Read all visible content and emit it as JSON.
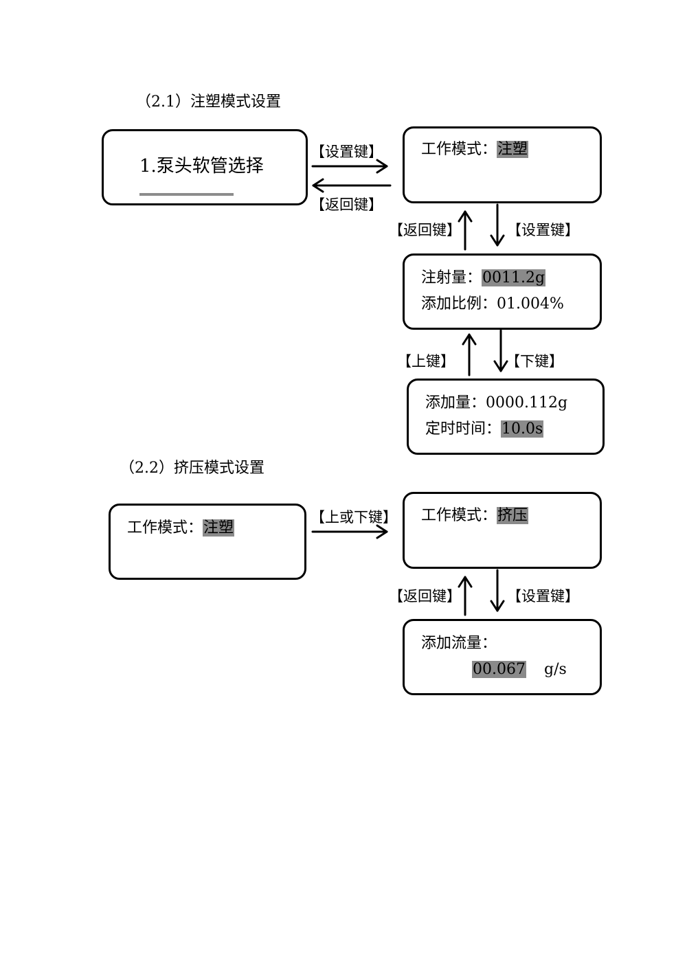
{
  "section1": {
    "heading": "（2.1）注塑模式设置",
    "menu_box": {
      "text": "1.泵头软管选择"
    },
    "mode_box": {
      "label": "工作模式：",
      "value": "注塑"
    },
    "inject_box": {
      "line1_label": "注射量：",
      "line1_value": "0011.2g",
      "line2_label": "添加比例：",
      "line2_value": "01.004%"
    },
    "add_box": {
      "line1_label": "添加量：",
      "line1_value": "0000.112g",
      "line2_label": "定时时间：",
      "line2_value": "10.0s"
    },
    "labels": {
      "set_key_right": "【设置键】",
      "return_key_left": "【返回键】",
      "return_key_up": "【返回键】",
      "set_key_down": "【设置键】",
      "up_key": "【上键】",
      "down_key": "【下键】"
    }
  },
  "section2": {
    "heading": "（2.2）挤压模式设置",
    "mode_box_left": {
      "label": "工作模式：",
      "value": "注塑"
    },
    "mode_box_right": {
      "label": "工作模式：",
      "value": "挤压"
    },
    "flow_box": {
      "label": "添加流量：",
      "value": "00.067",
      "unit": "g/s"
    },
    "labels": {
      "updown_key": "【上或下键】",
      "return_key_up": "【返回键】",
      "set_key_down": "【设置键】"
    }
  }
}
